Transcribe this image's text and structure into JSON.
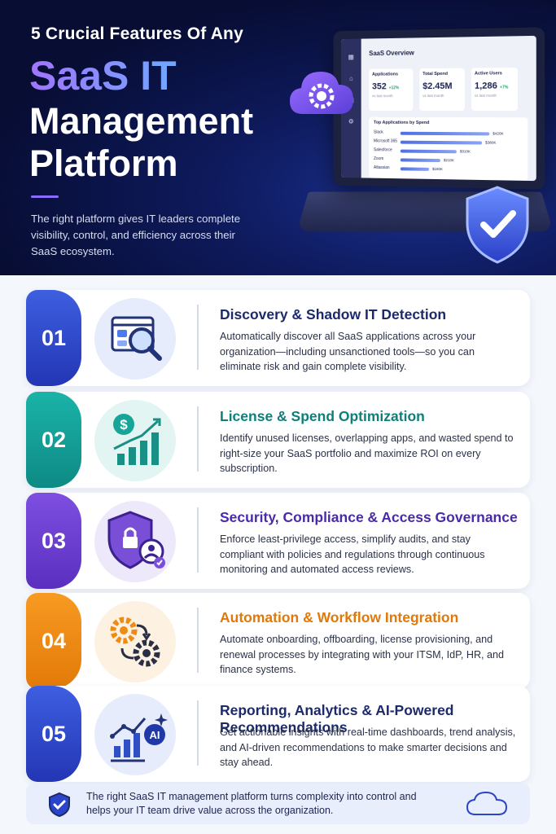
{
  "header": {
    "kicker": "5 Crucial Features Of Any",
    "title_line1": "SaaS IT",
    "title_line2": "Management",
    "title_line3": "Platform",
    "intro": "The right platform gives IT leaders complete visibility, control, and efficiency across their SaaS ecosystem."
  },
  "laptop": {
    "screen_title": "SaaS Overview",
    "kpis": [
      {
        "label": "Applications",
        "value": "352",
        "delta": "+12%",
        "sub": "vs last month"
      },
      {
        "label": "Total Spend",
        "value": "$2.45M",
        "delta": "",
        "sub": "vs last month"
      },
      {
        "label": "Active Users",
        "value": "1,286",
        "delta": "+7%",
        "sub": "vs last month"
      }
    ],
    "chart_title": "Top Applications by Spend",
    "apps": [
      {
        "name": "Slack",
        "amount": "$420K",
        "fraction": 0.92
      },
      {
        "name": "Microsoft 365",
        "amount": "$380K",
        "fraction": 0.84
      },
      {
        "name": "Salesforce",
        "amount": "$310K",
        "fraction": 0.58
      },
      {
        "name": "Zoom",
        "amount": "$210K",
        "fraction": 0.42
      },
      {
        "name": "Atlassian",
        "amount": "$180K",
        "fraction": 0.3
      }
    ]
  },
  "features": [
    {
      "num": "01",
      "title": "Discovery & Shadow IT Detection",
      "color": "#2a45c9",
      "title_color": "#1b2a6b",
      "text": "Automatically discover all SaaS applications across your organization—including unsanctioned tools—so you can eliminate risk and gain complete visibility.",
      "icon": "magnifier-browser-icon"
    },
    {
      "num": "02",
      "title": "License & Spend Optimization",
      "color": "#14a198",
      "title_color": "#0f7f7a",
      "text": "Identify unused licenses, overlapping apps, and wasted spend to right-size your SaaS portfolio and maximize ROI on every subscription.",
      "icon": "dollar-growth-chart-icon"
    },
    {
      "num": "03",
      "title": "Security, Compliance & Access Governance",
      "color": "#6a3fcf",
      "title_color": "#4a2aa8",
      "text": "Enforce least-privilege access, simplify audits, and stay compliant with policies and regulations through continuous monitoring and automated access reviews.",
      "icon": "shield-lock-user-icon"
    },
    {
      "num": "04",
      "title": "Automation & Workflow Integration",
      "color": "#f08a12",
      "title_color": "#e0780a",
      "text": "Automate onboarding, offboarding, license provisioning, and renewal processes by integrating with your ITSM, IdP, HR, and finance systems.",
      "icon": "gears-arrows-icon"
    },
    {
      "num": "05",
      "title": "Reporting, Analytics & AI-Powered Recommendations",
      "color": "#2f4fc4",
      "title_color": "#1b2a6b",
      "text": "Get actionable insights with real-time dashboards, trend analysis, and AI-driven recommendations to make smarter decisions and stay ahead.",
      "icon": "ai-analytics-chart-icon"
    }
  ],
  "footer": {
    "text": "The right SaaS IT management platform turns complexity into control and helps your IT team drive value across the organization."
  }
}
